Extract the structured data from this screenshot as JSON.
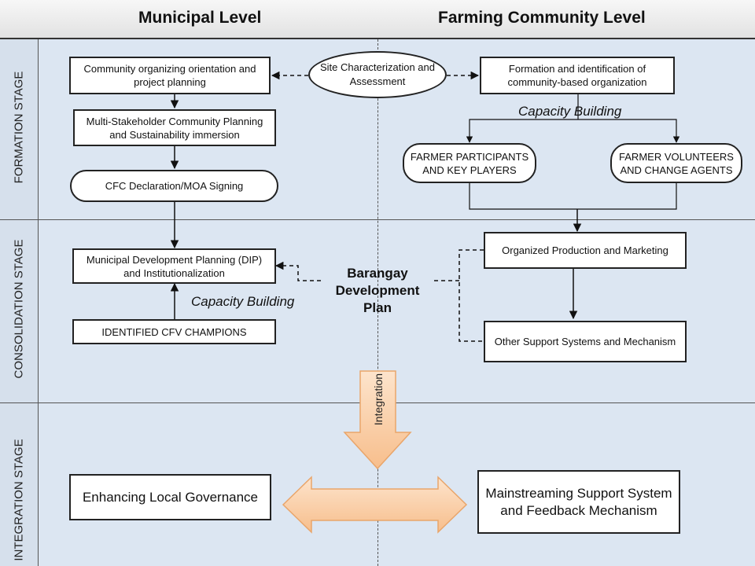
{
  "header": {
    "left_title": "Municipal Level",
    "right_title": "Farming Community Level"
  },
  "stages": {
    "formation": "FORMATION STAGE",
    "consolidation": "CONSOLIDATION STAGE",
    "integration": "INTEGRATION STAGE"
  },
  "formation": {
    "community_organizing": "Community organizing orientation and project planning",
    "site_characterization": "Site Characterization and Assessment",
    "cbo_formation": "Formation and identification of community-based organization",
    "multi_stakeholder": "Multi-Stakeholder Community Planning and Sustainability immersion",
    "capacity_building": "Capacity Building",
    "farmer_participants": "FARMER PARTICIPANTS AND KEY PLAYERS",
    "farmer_volunteers": "FARMER VOLUNTEERS AND CHANGE AGENTS",
    "cfc_declaration": "CFC Declaration/MOA Signing"
  },
  "consolidation": {
    "municipal_dev_planning": "Municipal Development Planning (DIP) and Institutionalization",
    "barangay_plan": "Barangay Development Plan",
    "capacity_building": "Capacity Building",
    "cfv_champions": "IDENTIFIED CFV CHAMPIONS",
    "organized_production": "Organized Production and Marketing",
    "other_support": "Other Support Systems and Mechanism"
  },
  "integration": {
    "arrow_label": "Integration",
    "local_governance": "Enhancing Local Governance",
    "mainstreaming": "Mainstreaming Support System and Feedback Mechanism"
  },
  "colors": {
    "background": "#dce6f2",
    "arrow_fill": "#fbd5b5",
    "arrow_stroke": "#e9a56a"
  }
}
